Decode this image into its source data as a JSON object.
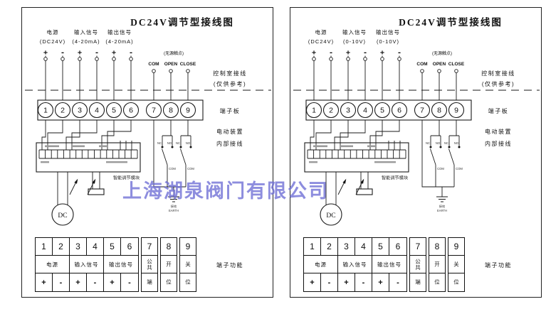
{
  "watermark": {
    "text": "上海湖泉阀门有限公司",
    "color": "#7070d6"
  },
  "panels": [
    {
      "title": "DC24V调节型接线图",
      "signals": {
        "power": {
          "label": "电源",
          "range": "(DC24V)"
        },
        "input": {
          "label": "输入信号",
          "range": "(4-20mA)"
        },
        "output": {
          "label": "输出信号",
          "range": "(4-20mA)"
        }
      },
      "polarity": [
        "+",
        "-",
        "+",
        "-",
        "+",
        "-"
      ],
      "passive_note": "(无源触点)",
      "contacts": [
        "COM",
        "OPEN",
        "CLOSE"
      ],
      "side": {
        "control_room": "控制室接线",
        "reference": "(仅供参考)",
        "terminal_board": "端子板",
        "device_line1": "电动装置",
        "device_line2": "内部接线",
        "terminal_function": "端子功能"
      },
      "terminals": [
        "1",
        "2",
        "3",
        "4",
        "5",
        "6",
        "7",
        "8",
        "9"
      ],
      "module_label": "智能调节模块",
      "switch_contact_labels": [
        "NC",
        "NO",
        "NC",
        "NO"
      ],
      "switch_com_labels": [
        "COM",
        "COM"
      ],
      "motor_label": "DC",
      "ground": {
        "line1": "接地",
        "line2": "EARTH"
      },
      "table": {
        "numbers": [
          "1",
          "2",
          "3",
          "4",
          "5",
          "6",
          "7",
          "8",
          "9"
        ],
        "power": "电源",
        "input": "输入信号",
        "output": "输出信号",
        "col7_top": "公共",
        "col7_bottom": "端",
        "col8_top": "开",
        "col8_bottom": "位",
        "col9_top": "关",
        "col9_bottom": "位",
        "signs": [
          "+",
          "-",
          "+",
          "-",
          "+",
          "-"
        ]
      }
    },
    {
      "title": "DC24V调节型接线图",
      "signals": {
        "power": {
          "label": "电源",
          "range": "(DC24V)"
        },
        "input": {
          "label": "输入信号",
          "range": "(0-10V)"
        },
        "output": {
          "label": "输出信号",
          "range": "(0-10V)"
        }
      },
      "polarity": [
        "+",
        "-",
        "+",
        "-",
        "+",
        "-"
      ],
      "passive_note": "(无源触点)",
      "contacts": [
        "COM",
        "OPEN",
        "CLOSE"
      ],
      "side": {
        "control_room": "控制室接线",
        "reference": "(仅供参考)",
        "terminal_board": "端子板",
        "device_line1": "电动装置",
        "device_line2": "内部接线",
        "terminal_function": "端子功能"
      },
      "terminals": [
        "1",
        "2",
        "3",
        "4",
        "5",
        "6",
        "7",
        "8",
        "9"
      ],
      "module_label": "智能调节模块",
      "switch_contact_labels": [
        "NC",
        "NO",
        "NC",
        "NO"
      ],
      "switch_com_labels": [
        "COM",
        "COM"
      ],
      "motor_label": "DC",
      "ground": {
        "line1": "接地",
        "line2": "EARTH"
      },
      "table": {
        "numbers": [
          "1",
          "2",
          "3",
          "4",
          "5",
          "6",
          "7",
          "8",
          "9"
        ],
        "power": "电源",
        "input": "输入信号",
        "output": "输出信号",
        "col7_top": "公共",
        "col7_bottom": "端",
        "col8_top": "开",
        "col8_bottom": "位",
        "col9_top": "关",
        "col9_bottom": "位",
        "signs": [
          "+",
          "-",
          "+",
          "-",
          "+",
          "-"
        ]
      }
    }
  ]
}
